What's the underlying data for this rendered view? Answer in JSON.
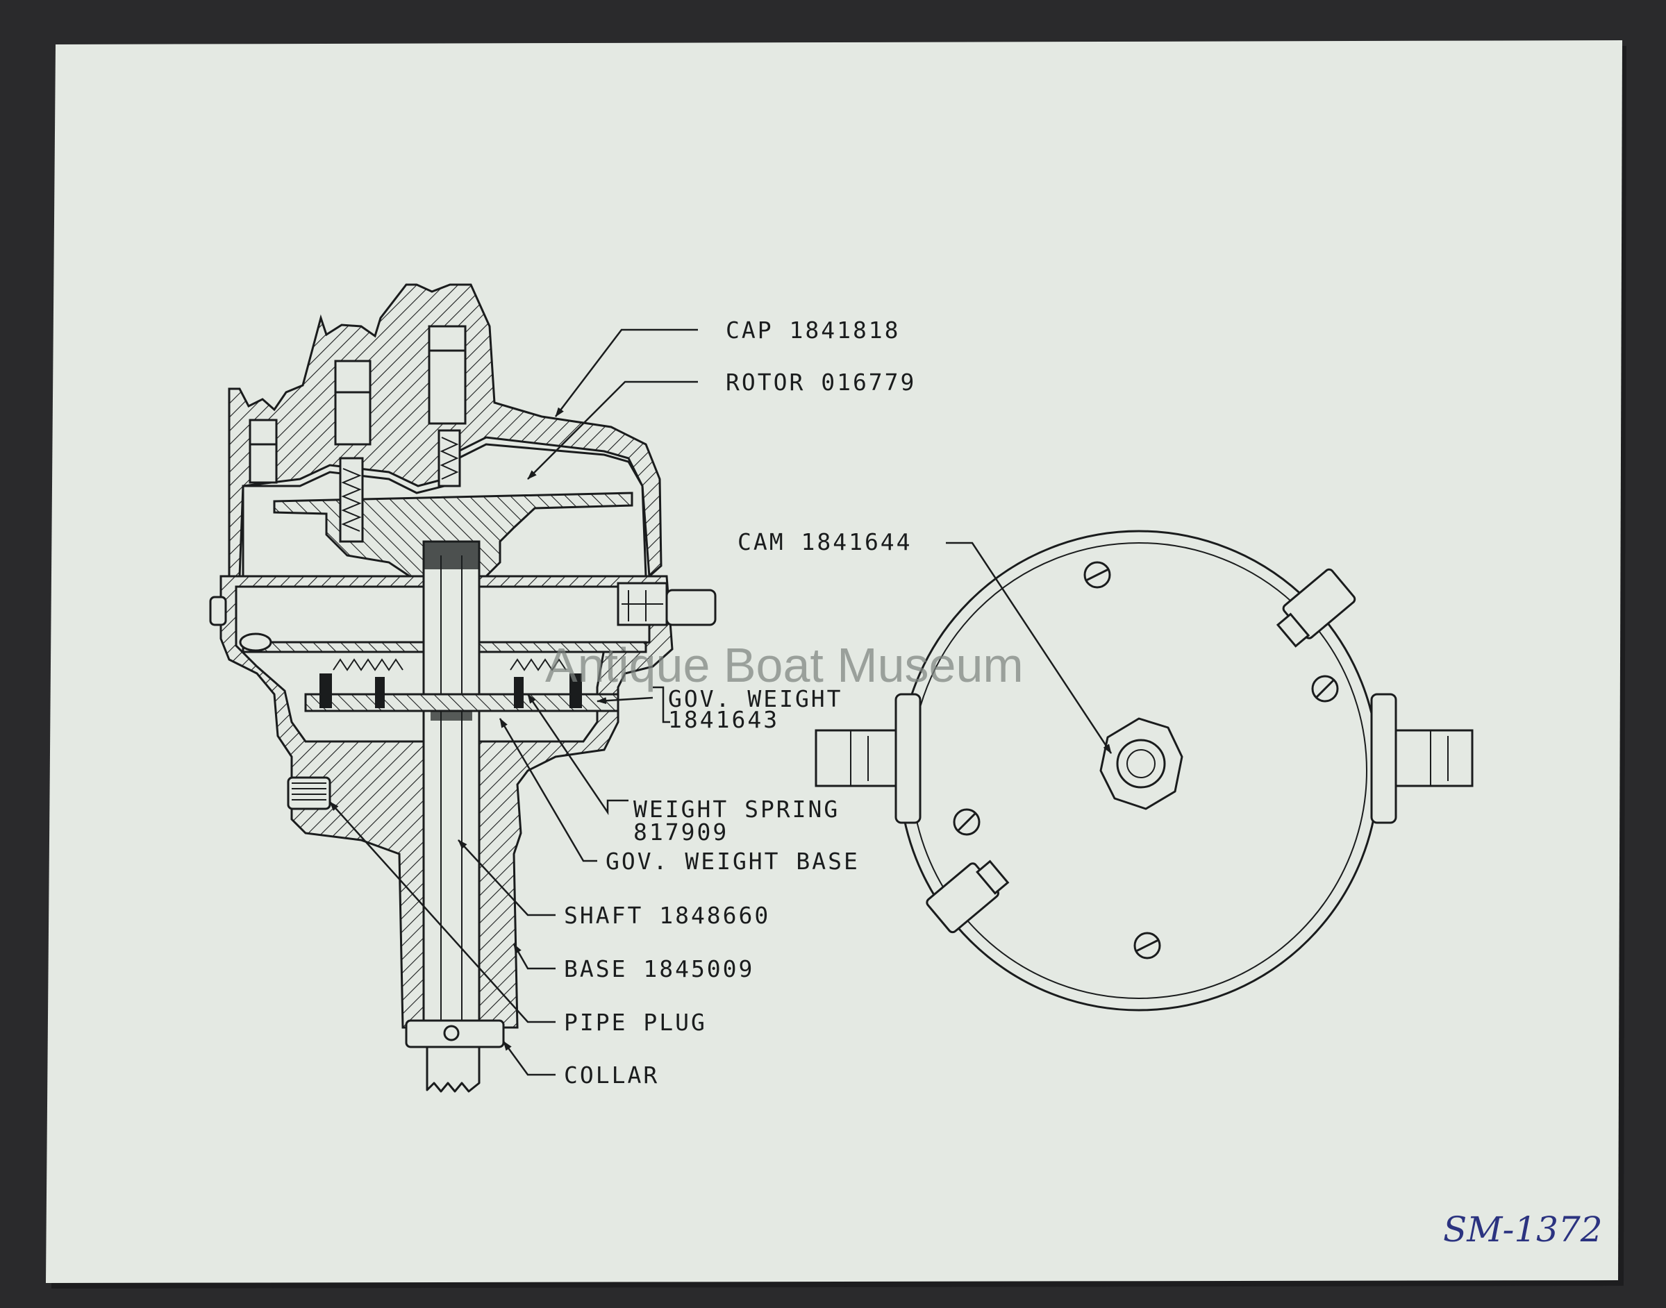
{
  "labels": {
    "cap": "CAP 1841818",
    "rotor": "ROTOR 016779",
    "cam": "CAM 1841644",
    "gov_weight_line1": "GOV. WEIGHT",
    "gov_weight_line2": "1841643",
    "weight_spring_line1": "WEIGHT SPRING",
    "weight_spring_line2": "817909",
    "gov_weight_base": "GOV. WEIGHT BASE",
    "shaft": "SHAFT 1848660",
    "base": "BASE 1845009",
    "pipe_plug": "PIPE PLUG",
    "collar": "COLLAR"
  },
  "watermark": "Antique Boat Museum",
  "catalog_number": "SM-1372"
}
